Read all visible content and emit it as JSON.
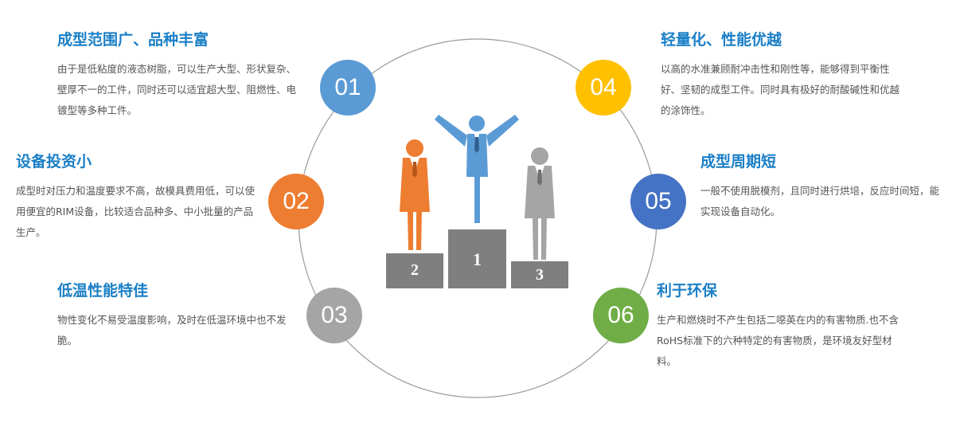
{
  "features": [
    {
      "num": "01",
      "title": "成型范围广、品种丰富",
      "desc": "由于是低粘度的液态树脂，可以生产大型、形状复杂、壁厚不一的工件，同时还可以适宜超大型、阻燃性、电镀型等多种工件。",
      "color": "#5b9bd5"
    },
    {
      "num": "02",
      "title": "设备投资小",
      "desc": "成型时对压力和温度要求不高，故模具费用低，可以使用便宜的RIM设备，比较适合品种多、中小批量的产品生产。",
      "color": "#ed7d31"
    },
    {
      "num": "03",
      "title": "低温性能特佳",
      "desc": "物性变化不易受温度影响，及时在低温环境中也不发脆。",
      "color": "#a5a5a5"
    },
    {
      "num": "04",
      "title": "轻量化、性能优越",
      "desc": "以高的水准兼顾耐冲击性和刚性等，能够得到平衡性好、坚韧的成型工件。同时具有极好的耐酸碱性和优越的涂饰性。",
      "color": "#ffc000"
    },
    {
      "num": "05",
      "title": "成型周期短",
      "desc": "一般不使用脱模剂，且同时进行烘培，反应时间短，能实现设备自动化。",
      "color": "#4472c4"
    },
    {
      "num": "06",
      "title": "利于环保",
      "desc": "生产和燃烧时不产生包括二噁英在内的有害物质.也不含RoHS标准下的六种特定的有害物质，是环境友好型材料。",
      "color": "#70ad47"
    }
  ],
  "podium": {
    "first": "1",
    "second": "2",
    "third": "3",
    "box_color": "#7f7f7f",
    "winner_color": "#5b9bd5",
    "second_color": "#ed7d31",
    "third_color": "#a5a5a5"
  }
}
